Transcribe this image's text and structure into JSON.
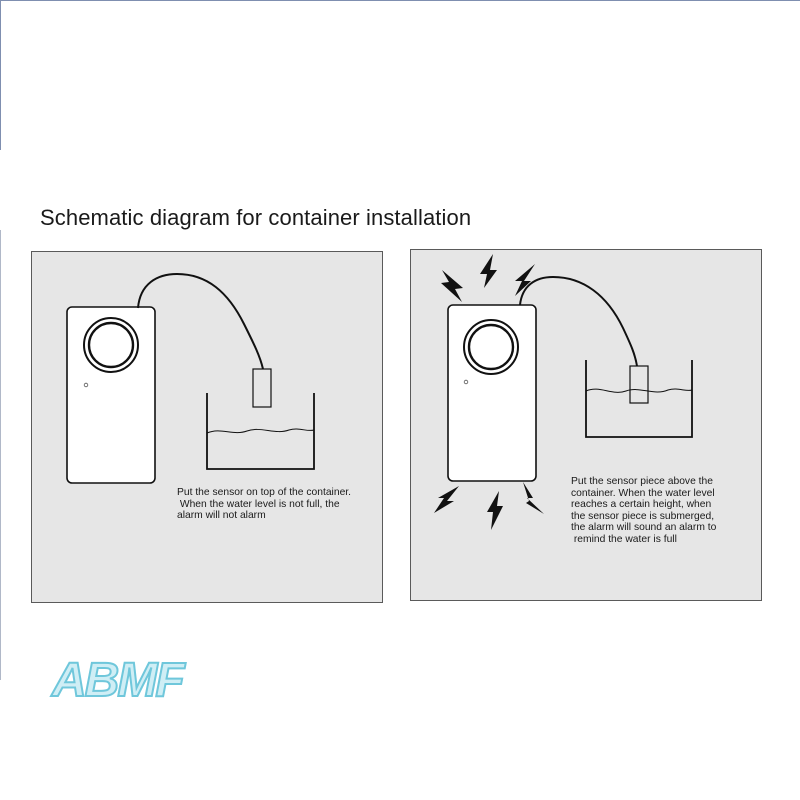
{
  "title": "Schematic diagram for container installation",
  "panels": {
    "left": {
      "caption": "Put the sensor on top of the container.\n When the water level is not full, the\nalarm will not alarm"
    },
    "right": {
      "caption": "Put the sensor piece above the\ncontainer. When the water level\nreaches a certain height, when\nthe sensor piece is submerged,\nthe alarm will sound an alarm to\n remind the water is full"
    }
  },
  "logo": {
    "text": "ABMF",
    "colors": {
      "fill": "#cfeef5",
      "outline": "#6fc7db"
    }
  },
  "colors": {
    "panel_bg": "#e6e6e6",
    "panel_border": "#5a5a5a",
    "device_fill": "#ffffff",
    "line": "#111111"
  }
}
